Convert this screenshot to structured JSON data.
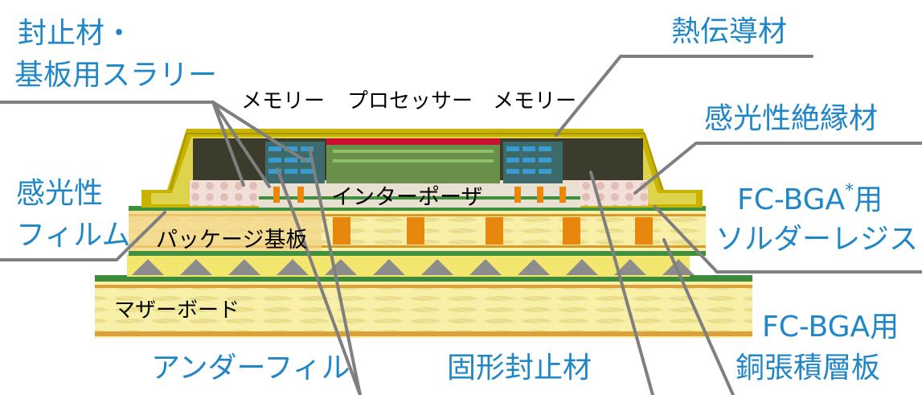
{
  "labels": {
    "sealant": "封止材・",
    "slurry": "基板用スラリー",
    "tim": "熱伝導材",
    "memory_left": "メモリー",
    "processor": "プロセッサー",
    "memory_right": "メモリー",
    "photo_insulator": "感光性絶縁材",
    "photo_film_1": "感光性",
    "photo_film_2": "フィルム",
    "interposer": "インターポーザ",
    "fcbga_sr_1": "FC-BGA",
    "fcbga_sr_star": "*",
    "fcbga_sr_use": "用",
    "fcbga_sr_2": "ソルダーレジスト",
    "package_substrate": "パッケージ基板",
    "motherboard": "マザーボード",
    "fcbga_ccl_1": "FC-BGA用",
    "fcbga_ccl_2": "銅張積層板",
    "underfill": "アンダーフィル",
    "solid_encap": "固形封止材"
  },
  "colors": {
    "label_blue": "#1f86c7",
    "leader_gray": "#808080",
    "lid_yellow": "#c8b400",
    "substrate_yellow": "#f6ef9a",
    "copper_orange": "#e8870e",
    "board_green": "#3f8f3f"
  }
}
